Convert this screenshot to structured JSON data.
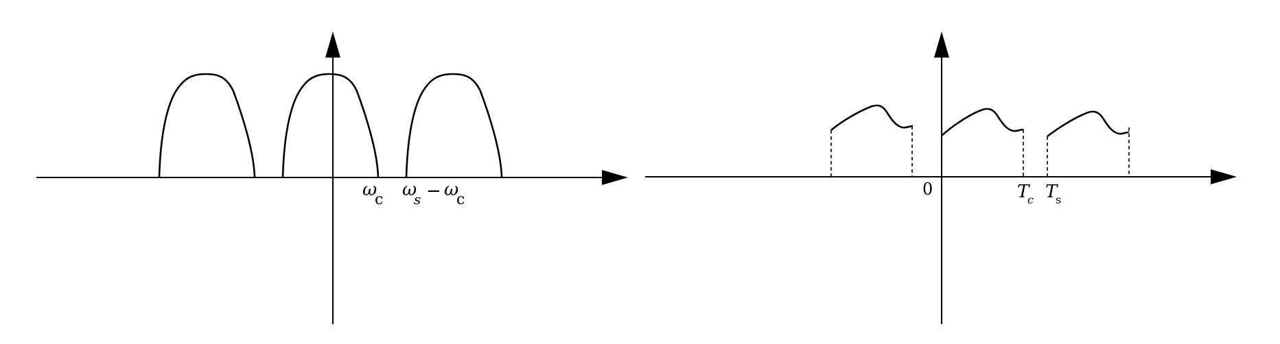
{
  "left_panel": {
    "labels": {
      "wc_omega": "ω",
      "wc_sub": "c",
      "ws_omega": "ω",
      "ws_sub": "s",
      "minus": "−",
      "ws2_omega": "ω",
      "ws2_sub": "c"
    }
  },
  "right_panel": {
    "labels": {
      "origin": "0",
      "tc_main": "T",
      "tc_sub": "c",
      "ts_main": "T",
      "ts_sub": "s"
    }
  },
  "colors": {
    "stroke": "#000000",
    "background": "#ffffff"
  }
}
